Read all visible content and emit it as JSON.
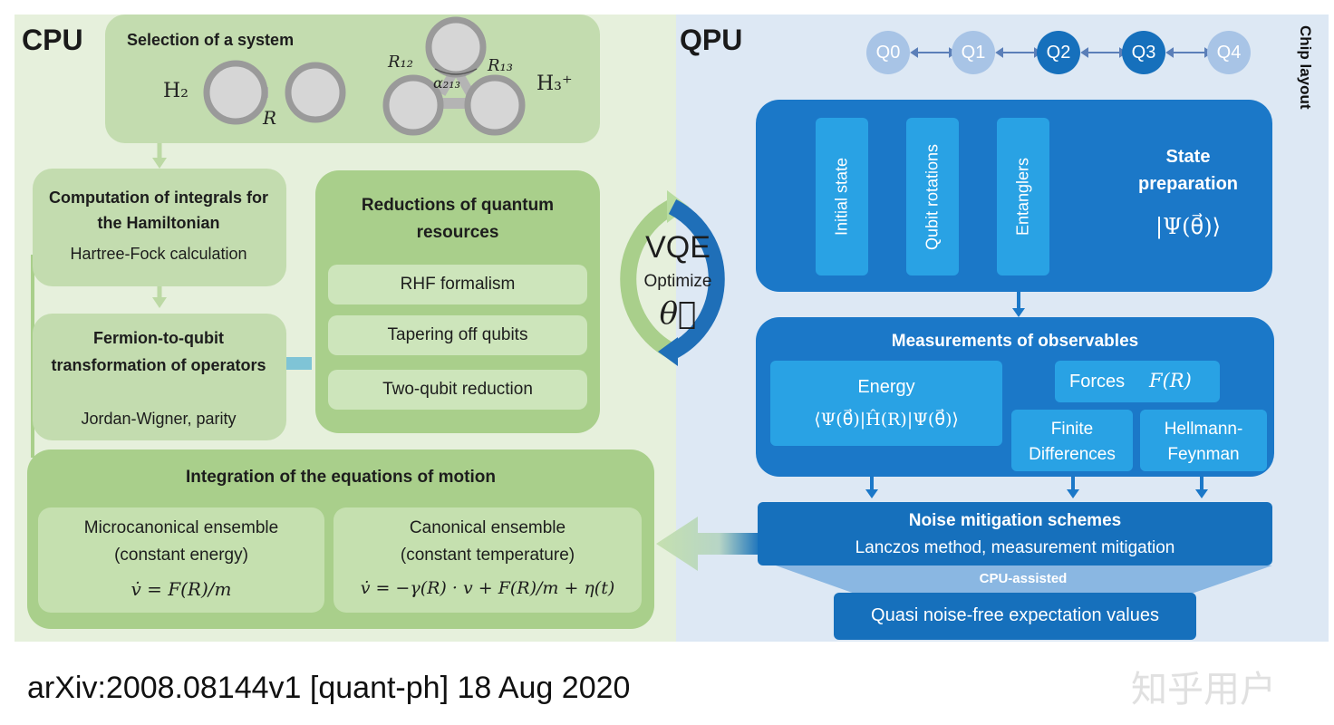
{
  "cpu": {
    "label": "CPU",
    "selection": {
      "title": "Selection of a system",
      "h2": "H₂",
      "r": "R",
      "r12": "R₁₂",
      "r13": "R₁₃",
      "alpha": "α₂₁₃",
      "h3": "H₃⁺"
    },
    "integrals": {
      "title": "Computation of integrals for the Hamiltonian",
      "subtitle": "Hartree-Fock calculation"
    },
    "fermion": {
      "title": "Fermion-to-qubit transformation of operators",
      "subtitle": "Jordan-Wigner, parity"
    },
    "reductions": {
      "title": "Reductions of quantum resources",
      "items": [
        "RHF formalism",
        "Tapering off qubits",
        "Two-qubit reduction"
      ]
    },
    "integration": {
      "title": "Integration of the equations of motion",
      "micro": {
        "line1": "Microcanonical ensemble",
        "line2": "(constant energy)",
        "eq": "v̇ = F(R)/m"
      },
      "canon": {
        "line1": "Canonical ensemble",
        "line2": "(constant temperature)",
        "eq": "v̇ = −γ(R) · v + F(R)/m + η(t)"
      }
    }
  },
  "vqe": {
    "label": "VQE",
    "optimize": "Optimize",
    "theta": "θ⃗"
  },
  "qpu": {
    "label": "QPU",
    "chip_layout": "Chip layout",
    "qubits": [
      "Q0",
      "Q1",
      "Q2",
      "Q3",
      "Q4"
    ],
    "state_prep": {
      "blocks": [
        "Initial state",
        "Qubit rotations",
        "Entanglers"
      ],
      "title": "State preparation",
      "psi": "|Ψ(θ⃗)⟩"
    },
    "measurements": {
      "title": "Measurements of observables",
      "energy": "Energy",
      "energy_eq": "⟨Ψ(θ⃗)|Ĥ(R)|Ψ(θ⃗)⟩",
      "forces": "Forces",
      "forces_eq": "F(R)",
      "finite": "Finite Differences",
      "hellmann": "Hellmann-Feynman"
    },
    "noise": {
      "title": "Noise mitigation schemes",
      "subtitle": "Lanczos method, measurement mitigation",
      "cpu_assisted": "CPU-assisted",
      "quasi": "Quasi noise-free expectation values"
    }
  },
  "footer": {
    "arxiv": "arXiv:2008.08144v1 [quant-ph] 18 Aug 2020",
    "watermark": "知乎用户"
  }
}
